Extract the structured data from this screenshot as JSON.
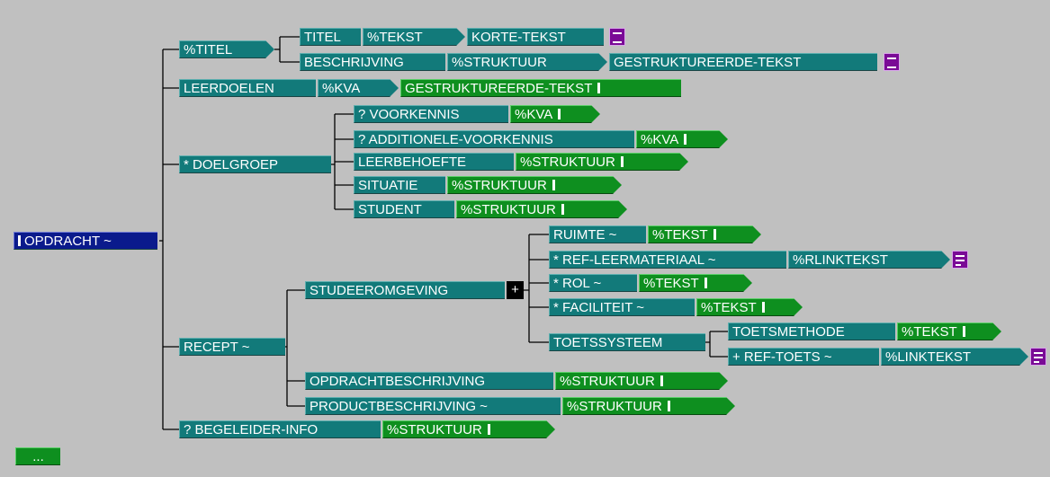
{
  "nodes": {
    "root": "OPDRACHT ~",
    "titel": "%TITEL",
    "titel_titel": "TITEL",
    "titel_tekst": "%TEKST",
    "korte_tekst": "KORTE-TEKST",
    "beschrijving": "BESCHRIJVING",
    "beschr_struct": "%STRUKTUUR",
    "beschr_gestr": "GESTRUKTUREERDE-TEKST",
    "leerdoelen": "LEERDOELEN",
    "leerdoelen_kva": "%KVA",
    "leerdoelen_gestr": "GESTRUKTUREERDE-TEKST",
    "doelgroep": "* DOELGROEP",
    "voorkennis": "? VOORKENNIS",
    "voorkennis_kva": "%KVA",
    "addvoorkennis": "? ADDITIONELE-VOORKENNIS",
    "addvoorkennis_kva": "%KVA",
    "leerbehoefte": "LEERBEHOEFTE",
    "leerbehoefte_struct": "%STRUKTUUR",
    "situatie": "SITUATIE",
    "situatie_struct": "%STRUKTUUR",
    "student": "STUDENT",
    "student_struct": "%STRUKTUUR",
    "recept": "RECEPT ~",
    "studeeromgeving": "STUDEEROMGEVING",
    "plus": "+",
    "ruimte": "RUIMTE ~",
    "ruimte_tekst": "%TEKST",
    "refleer": "* REF-LEERMATERIAAL ~",
    "refleer_link": "%RLINKTEKST",
    "rol": "* ROL ~",
    "rol_tekst": "%TEKST",
    "faciliteit": "* FACILITEIT ~",
    "faciliteit_tekst": "%TEKST",
    "toetssysteem": "TOETSSYSTEEM",
    "toetsmethode": "TOETSMETHODE",
    "toetsmethode_tekst": "%TEKST",
    "reftoets": "+ REF-TOETS ~",
    "reftoets_link": "%LINKTEKST",
    "opdrachtbeschr": "OPDRACHTBESCHRIJVING",
    "opdrachtbeschr_struct": "%STRUKTUUR",
    "productbeschr": "PRODUCTBESCHRIJVING ~",
    "productbeschr_struct": "%STRUKTUUR",
    "begeleider": "? BEGELEIDER-INFO",
    "begeleider_struct": "%STRUKTUUR",
    "more": "..."
  },
  "colors": {
    "background": "#c0c0c0",
    "element": "#127a7a",
    "type": "#0e8f1f",
    "root": "#0a1a8c",
    "text_icon": "#7a0a96"
  }
}
